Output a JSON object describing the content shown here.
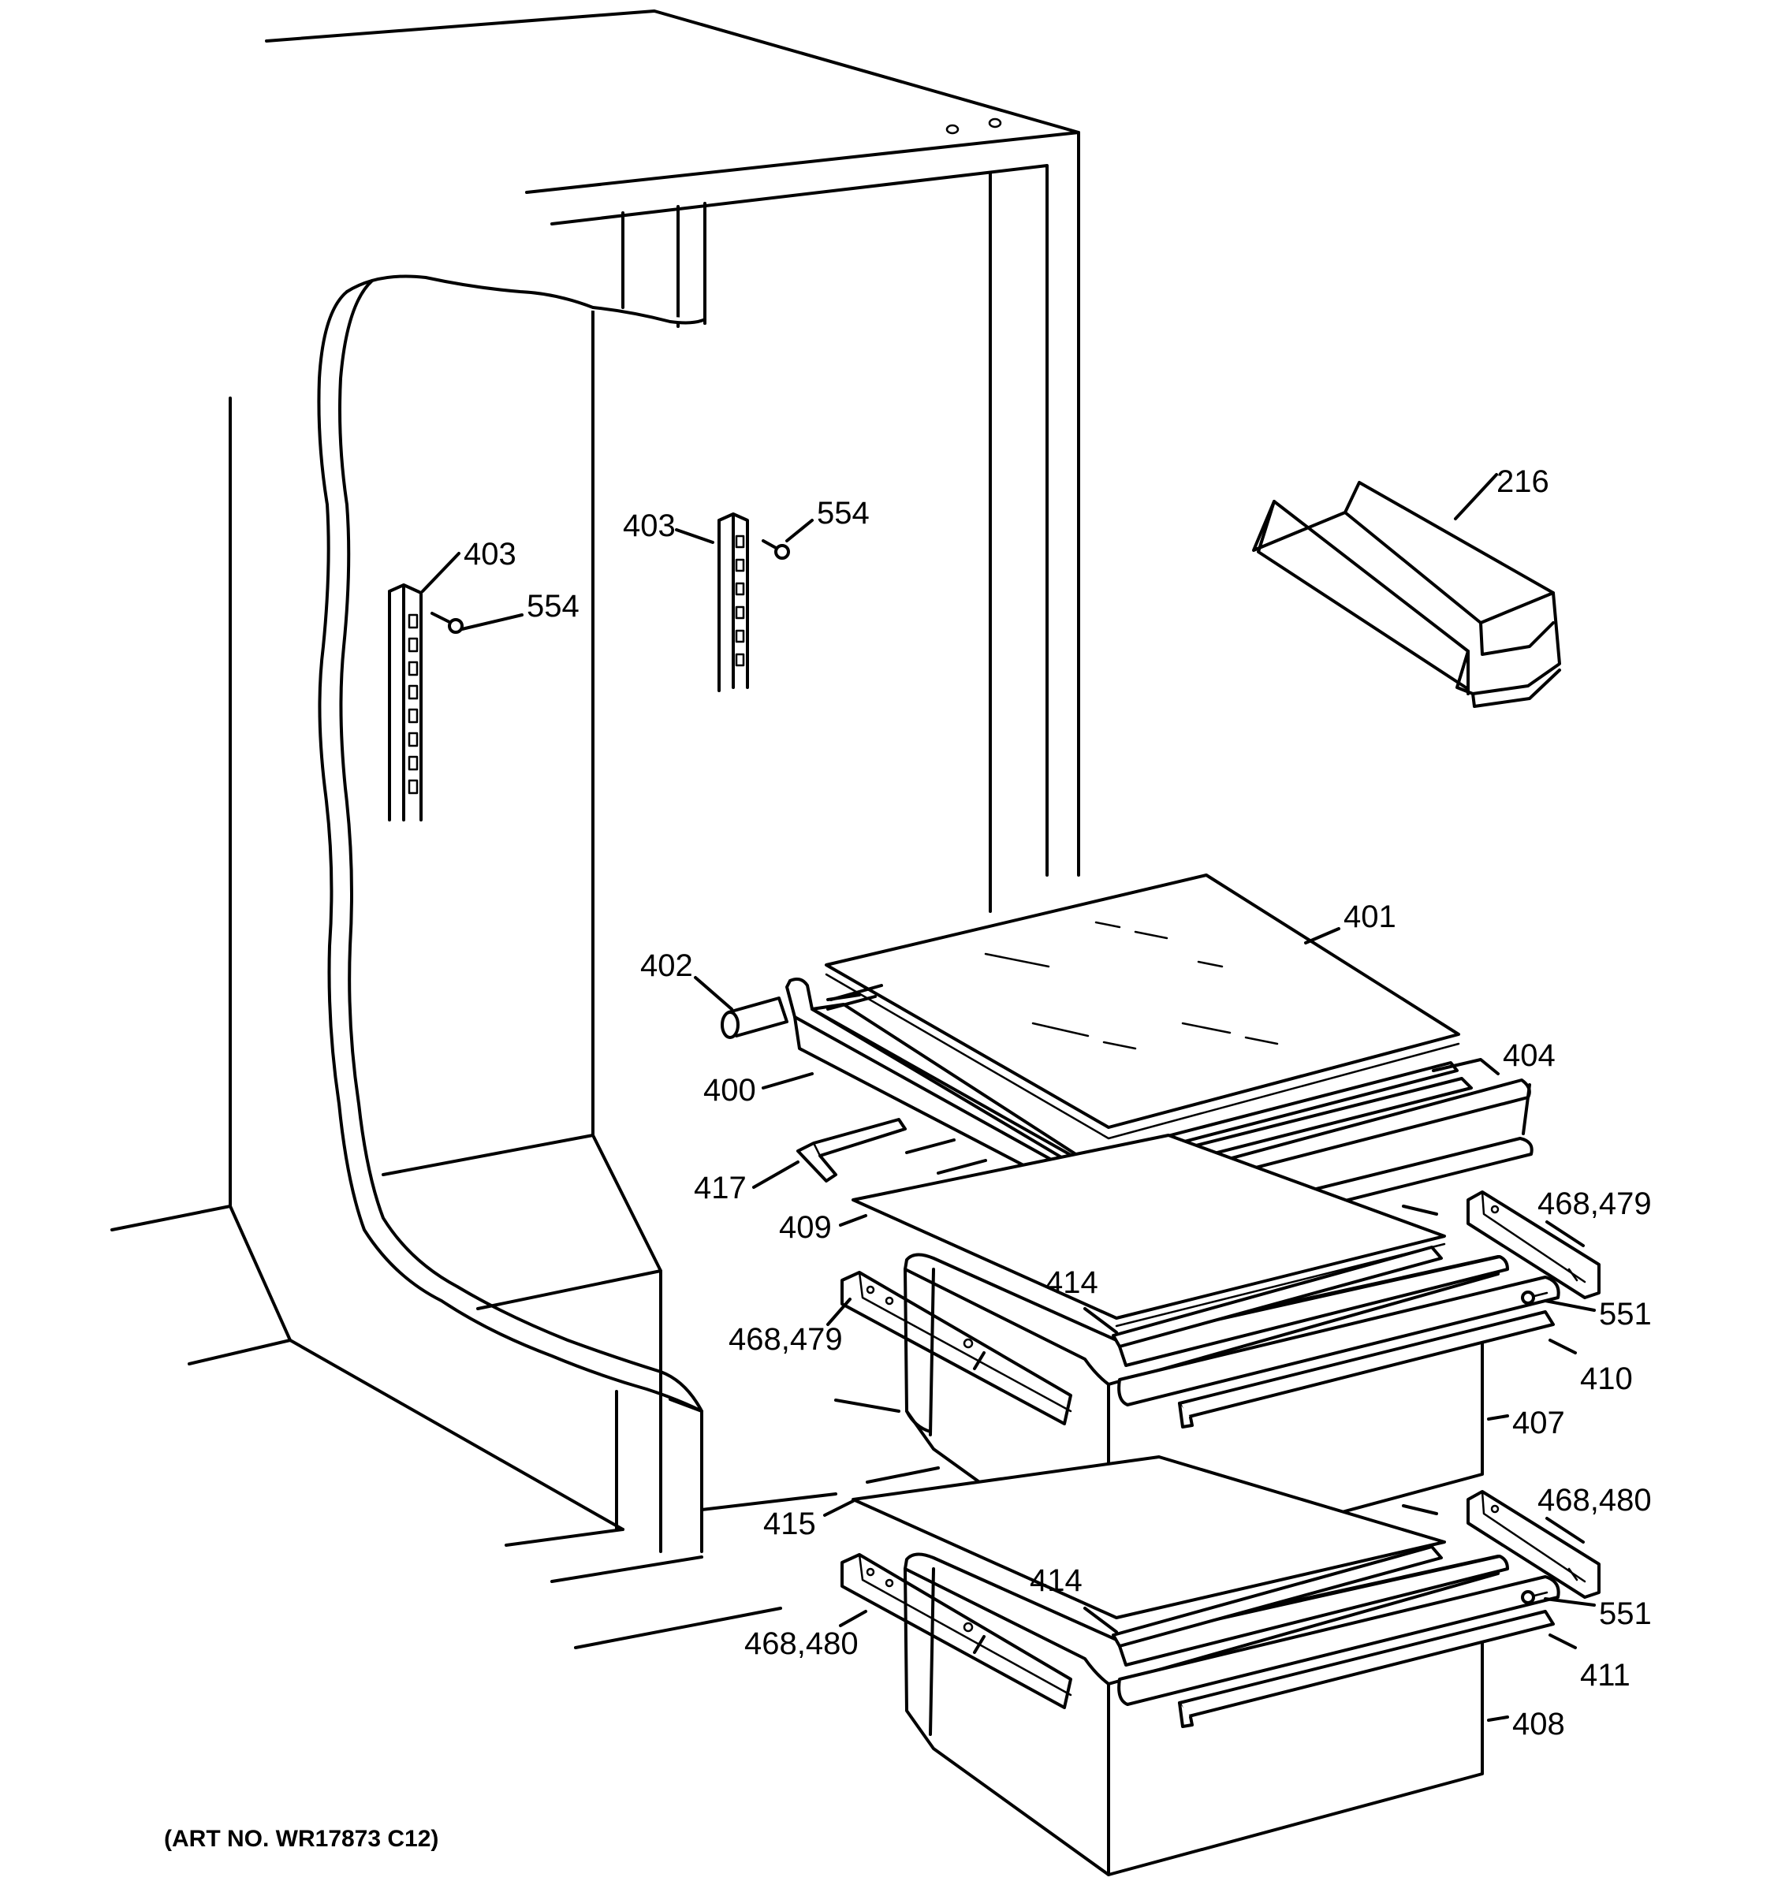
{
  "diagram": {
    "labels": [
      {
        "id": "216",
        "text": "216"
      },
      {
        "id": "403a",
        "text": "403"
      },
      {
        "id": "554a",
        "text": "554"
      },
      {
        "id": "403b",
        "text": "403"
      },
      {
        "id": "554b",
        "text": "554"
      },
      {
        "id": "401",
        "text": "401"
      },
      {
        "id": "402",
        "text": "402"
      },
      {
        "id": "400",
        "text": "400"
      },
      {
        "id": "404",
        "text": "404"
      },
      {
        "id": "417",
        "text": "417"
      },
      {
        "id": "409",
        "text": "409"
      },
      {
        "id": "468479a",
        "text": "468,479"
      },
      {
        "id": "468479b",
        "text": "468,479"
      },
      {
        "id": "414a",
        "text": "414"
      },
      {
        "id": "551a",
        "text": "551"
      },
      {
        "id": "410",
        "text": "410"
      },
      {
        "id": "407",
        "text": "407"
      },
      {
        "id": "468480a",
        "text": "468,480"
      },
      {
        "id": "415",
        "text": "415"
      },
      {
        "id": "414b",
        "text": "414"
      },
      {
        "id": "551b",
        "text": "551"
      },
      {
        "id": "468480b",
        "text": "468,480"
      },
      {
        "id": "411",
        "text": "411"
      },
      {
        "id": "408",
        "text": "408"
      }
    ],
    "art_number": "(ART NO. WR17873 C12)"
  }
}
